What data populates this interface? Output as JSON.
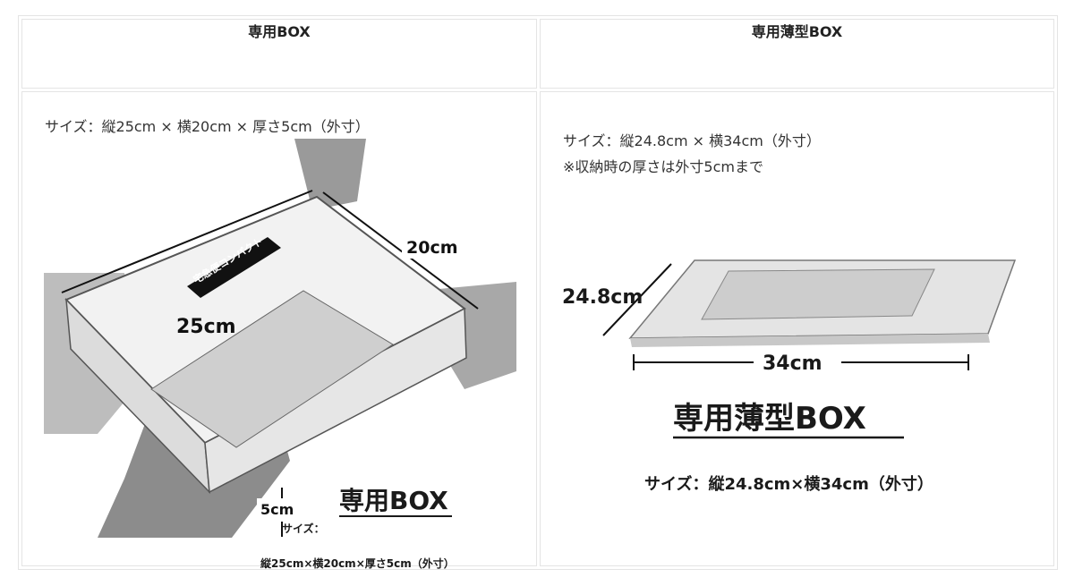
{
  "columns": [
    {
      "header": "専用BOX",
      "spec_lines": [
        "サイズ：縦25cm × 横20cm × 厚さ5cm（外寸）"
      ],
      "image": {
        "dim_length": "25cm",
        "dim_width": "20cm",
        "dim_thickness": "5cm",
        "label_band": "宅急便コンパクト",
        "title": "専用BOX",
        "size_caption_line1": "サイズ：",
        "size_caption_line2": "縦25cm×横20cm×厚さ5cm（外寸）"
      }
    },
    {
      "header": "専用薄型BOX",
      "spec_lines": [
        "サイズ：縦24.8cm × 横34cm（外寸）",
        "※収納時の厚さは外寸5cmまで"
      ],
      "image": {
        "dim_depth": "24.8cm",
        "dim_width": "34cm",
        "title": "専用薄型BOX",
        "size_caption": "サイズ：縦24.8cm×横34cm（外寸）"
      }
    }
  ],
  "colors": {
    "border": "#e4e4e4",
    "text": "#222222",
    "illustration_ink": "#1a1a1a"
  }
}
